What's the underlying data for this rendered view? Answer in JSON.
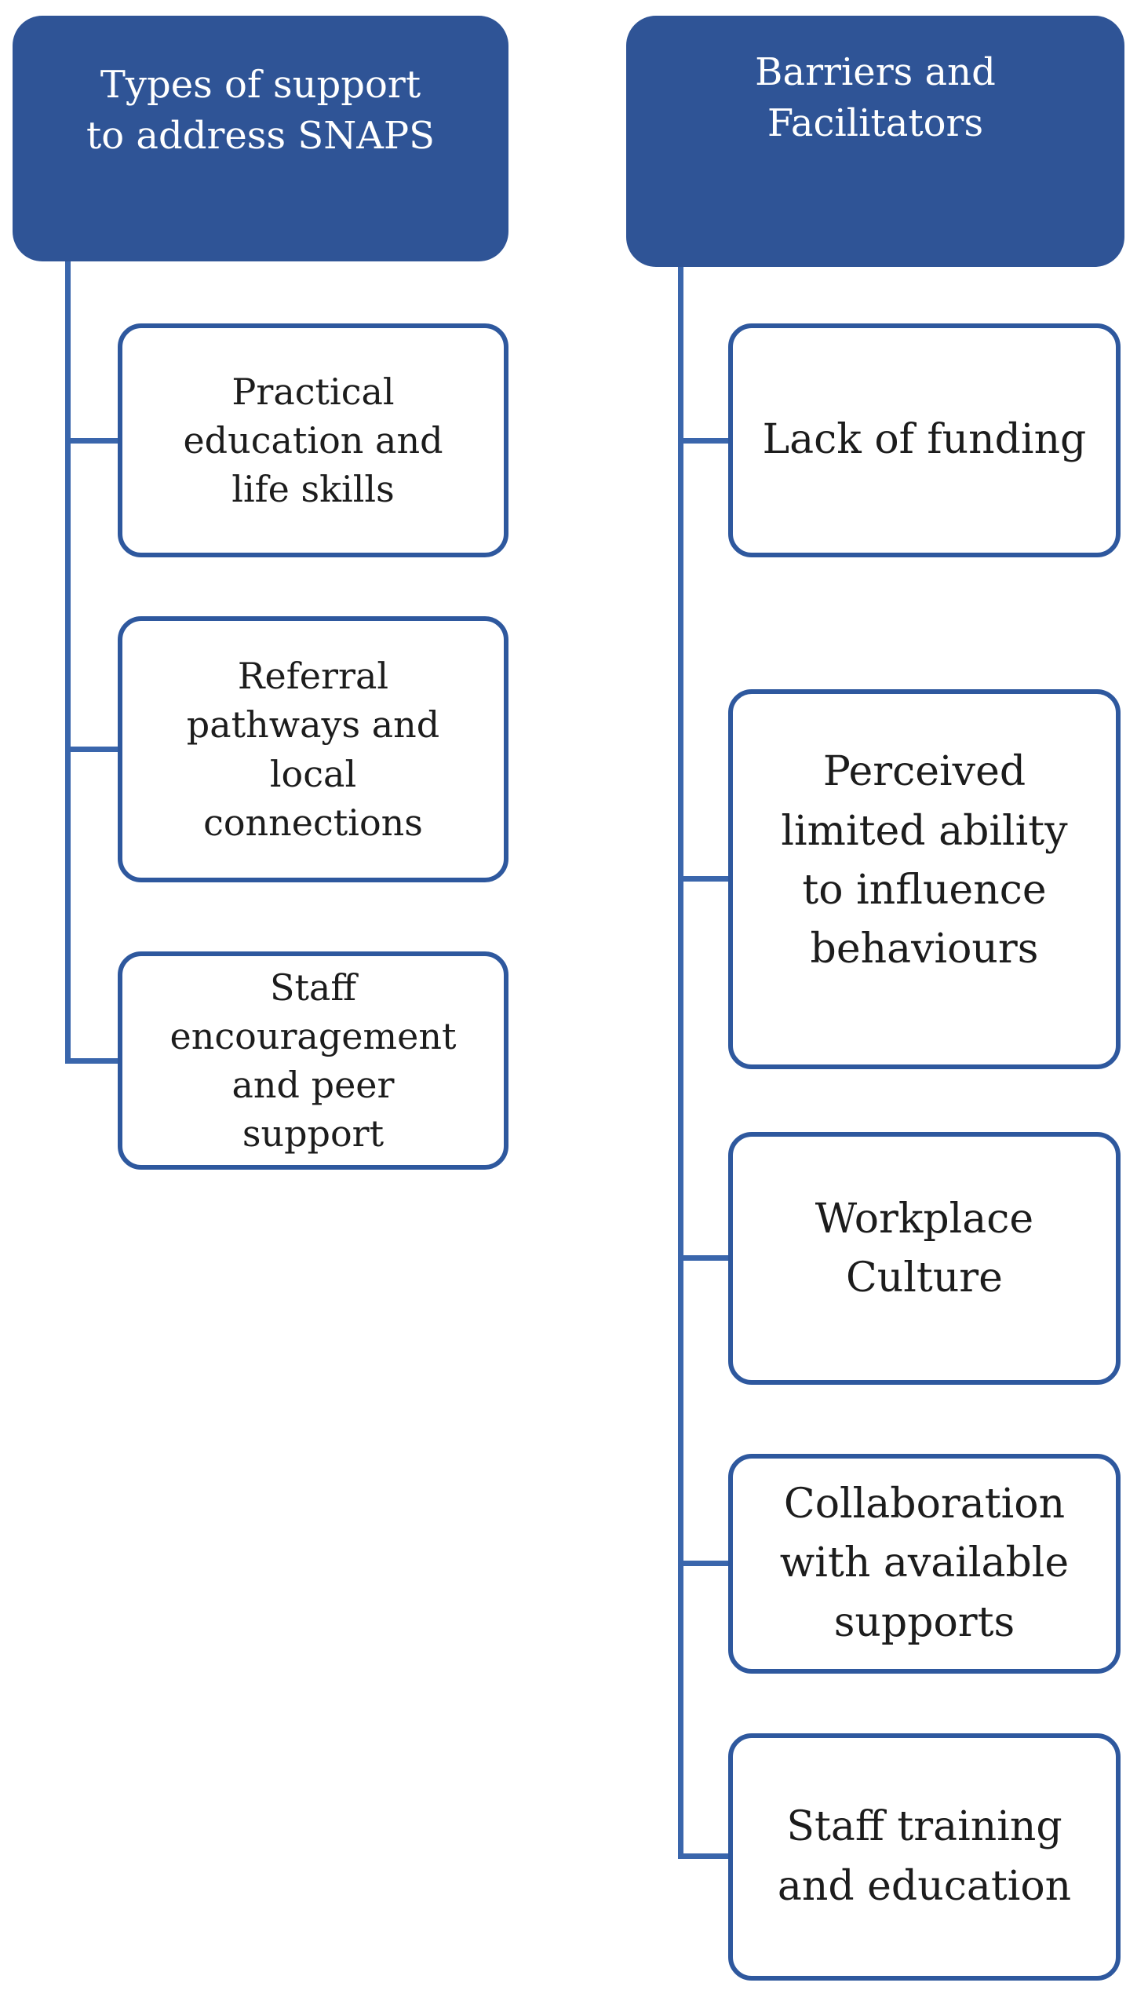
{
  "figure": {
    "type": "hierarchy-diagram",
    "columns": [
      {
        "header": "Types of support\nto address SNAPS",
        "children": [
          "Practical\neducation and\nlife skills",
          "Referral\npathways and\nlocal\nconnections",
          "Staff\nencouragement\nand peer\nsupport"
        ]
      },
      {
        "header": "Barriers and\nFacilitators",
        "children": [
          "Lack of funding",
          "Perceived\nlimited ability\nto influence\nbehaviours",
          "Workplace\nCulture",
          "Collaboration\nwith available\nsupports",
          "Staff training\nand education"
        ]
      }
    ]
  },
  "colors": {
    "header_fill": "#2F5496",
    "header_text": "#FFFFFF",
    "box_border": "#2E589E",
    "connector_line": "#3A66AC",
    "body_text": "#1C1C1C",
    "background": "#FFFFFF"
  }
}
